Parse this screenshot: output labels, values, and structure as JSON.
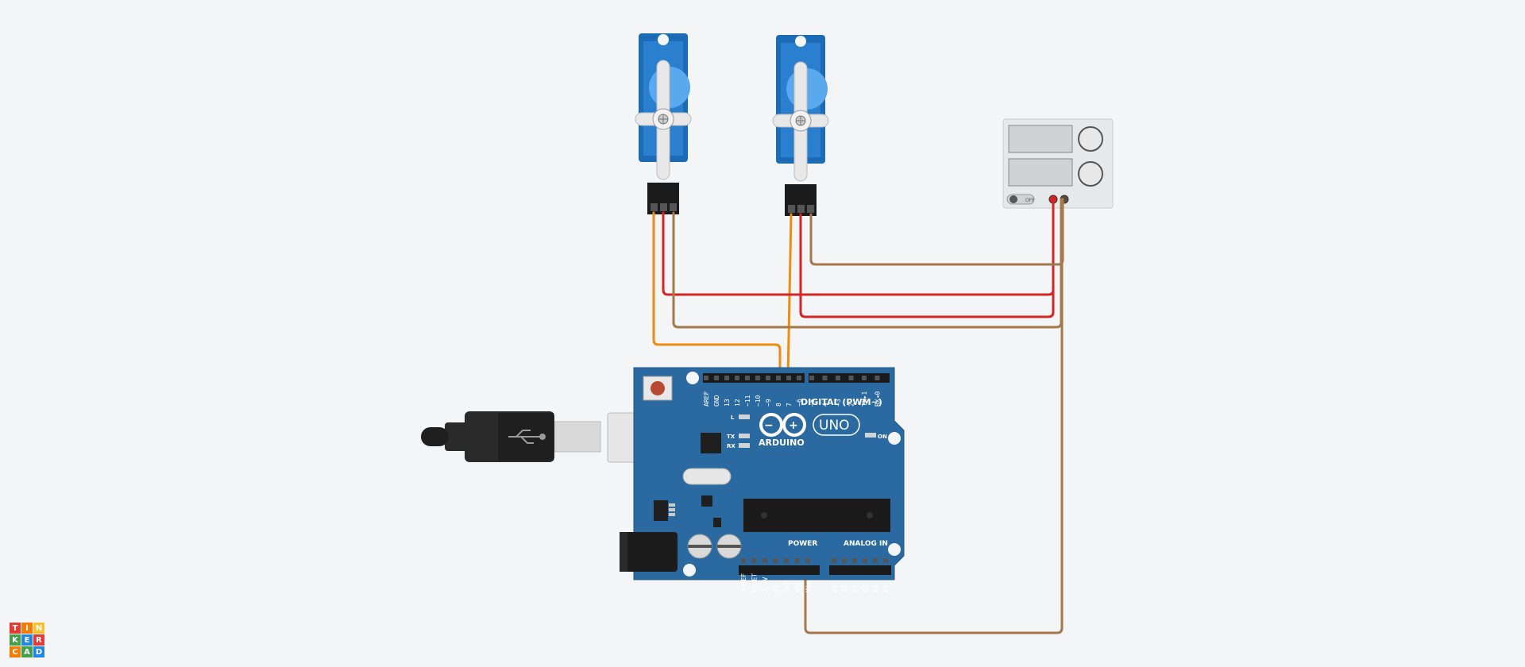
{
  "board": {
    "brand": "ARDUINO",
    "model": "UNO",
    "digital_header_label": "DIGITAL (PWM~)",
    "power_label": "POWER",
    "analog_label": "ANALOG IN",
    "on_label": "ON",
    "l_label": "L",
    "tx_label": "TX",
    "rx_label": "RX",
    "digital_pins": [
      "AREF",
      "GND",
      "13",
      "12",
      "~11",
      "~10",
      "~9",
      "8",
      "7",
      "~6",
      "~5",
      "4",
      "~3",
      "2",
      "TX▸1",
      "RX◂0"
    ],
    "power_pins": [
      "IOREF",
      "RESET",
      "3.3V",
      "5V",
      "GND",
      "GND",
      "Vin"
    ],
    "analog_pins": [
      "A0",
      "A1",
      "A2",
      "A3",
      "A4",
      "A5"
    ]
  },
  "power_supply": {
    "switch_label": "OFF"
  },
  "logo": {
    "letters": [
      "T",
      "I",
      "N",
      "K",
      "E",
      "R",
      "C",
      "A",
      "D"
    ],
    "colors": [
      "#e53935",
      "#f57c00",
      "#fbc02d",
      "#43a047",
      "#1e88e5",
      "#e53935",
      "#f57c00",
      "#43a047",
      "#1e88e5"
    ]
  },
  "colors": {
    "background": "#f3f5f7",
    "board": "#2b6aa0",
    "servo": "#1c6bb7",
    "wire_signal": "#ef8a12",
    "wire_power": "#d62424",
    "wire_ground": "#a4784a"
  }
}
